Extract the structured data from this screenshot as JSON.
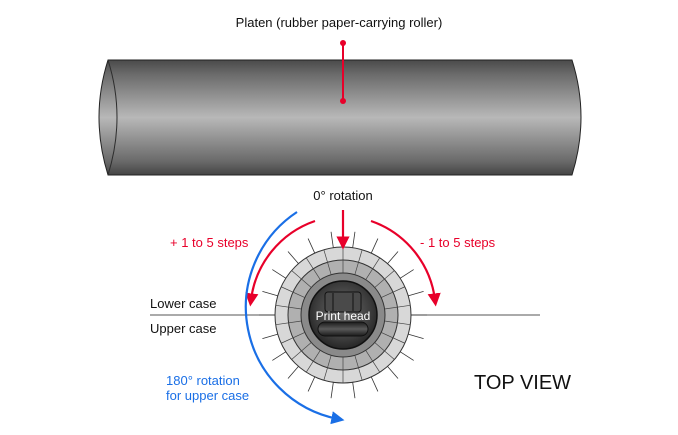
{
  "labels": {
    "platen": "Platen (rubber paper-carrying roller)",
    "zero_rotation": "0° rotation",
    "plus_steps": "+ 1 to 5 steps",
    "minus_steps": "- 1 to 5 steps",
    "lower_case": "Lower case",
    "upper_case": "Upper case",
    "print_head": "Print head",
    "rotation_180_line1": "180° rotation",
    "rotation_180_line2": "for upper case",
    "top_view": "TOP VIEW"
  },
  "colors": {
    "red_annotation": "#e8002a",
    "blue_annotation": "#1a6fe6",
    "text": "#111111"
  }
}
